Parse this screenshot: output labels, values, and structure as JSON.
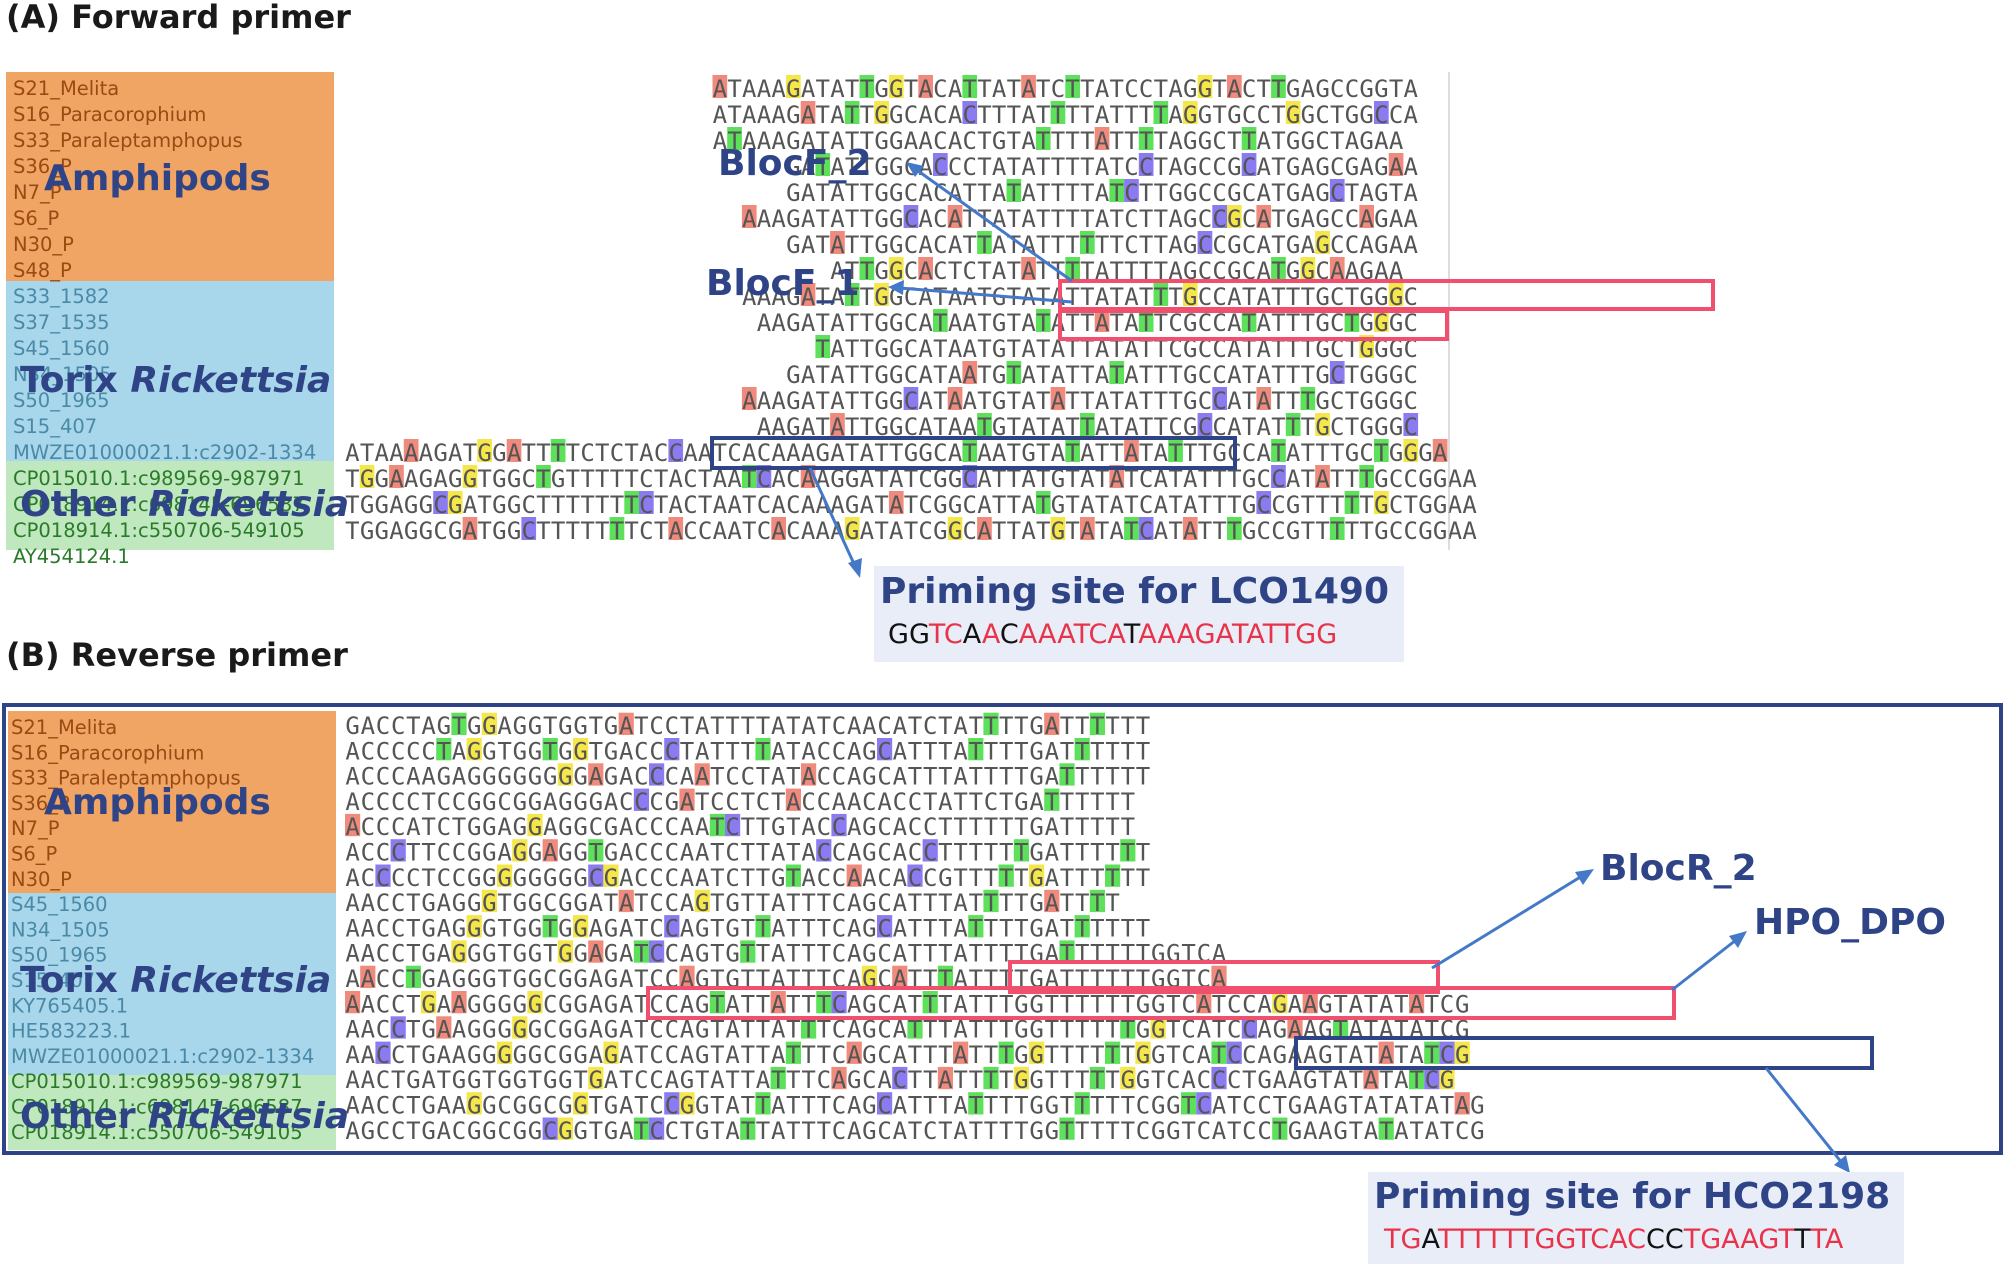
{
  "colors": {
    "A": "#f08a7c",
    "C": "#8a7cf0",
    "G": "#f5e64a",
    "T": "#5de05a",
    "amphipods_bg": "#f0a565",
    "torix_bg": "#a8d6ea",
    "other_bg": "#bfe8bf",
    "amphipods_text": "#9a4a12",
    "torix_text": "#4a8aa8",
    "other_text": "#2a7a2a",
    "label_blue": "#2f4486",
    "box_pink": "#f0506e",
    "box_navy": "#2f4486",
    "primer_red": "#e8334a"
  },
  "panelA": {
    "title": "(A) Forward primer",
    "names": [
      "S21_Melita",
      "S16_Paracorophium",
      "S33_Paraleptamphopus",
      "S36_P",
      "N7_P",
      "S6_P",
      "N30_P",
      "S48_P",
      "S33_1582",
      "S37_1535",
      "S45_1560",
      "N34_1505",
      "S50_1965",
      "S15_407",
      "MWZE01000021.1:c2902-1334",
      "CP015010.1:c989569-987971",
      "CP018914.1:c698145-696587",
      "CP018914.1:c550706-549105",
      "AY454124.1"
    ],
    "groups": {
      "amphipods": "Amphipods",
      "torix_prefix": "Torix ",
      "torix_genus": "Rickettsia",
      "other_prefix": "Other ",
      "other_genus": "Rickettsia"
    },
    "seqs": [
      "                         ATAAAGATATTGGTACATTATATCTTATCCTAGGTACTTGAGCCGGTA",
      "                         ATAAAGATATTGGCACACTTTATTTTATTTTAGGTGCCTGGCTGGCCA",
      "                         ATAAAGATATTGGAACACTGTATTTTATTTTAGGCTTATGGCTAGAA",
      "                              GATATTGGCACCCTATATTTTATCCTAGCCGCATGAGCGAGAA",
      "                              GATATTGGCACATTATATTTTATCTTGGCCGCATGAGCTAGTA",
      "                           AAAGATATTGGCACATTATATTTTATCTTAGCCGCATGAGCCAGAA",
      "                              GATATTGGCACATTATATTTTTTCTTAGCCGCATGAGCCAGAA",
      "                                 ATTGGCACTCTATATTTTATTTTAGCCGCATGGCAAGAA",
      "                           AAAGATATTGGCATAATGTATATTATATTTGCCATATTTGCTGGGC",
      "                            AAGATATTGGCATAATGTATATTATATTCGCCATATTTGCTGGGC",
      "                                TATTGGCATAATGTATATTATATTCGCCATATTTGCTGGGC",
      "                              GATATTGGCATAATGTATATTATATTTGCCATATTTGCTGGGC",
      "                           AAAGATATTGGCATAATGTATATTATATTTGCCATATTTGCTGGGC",
      "                            AAGATATTGGCATAATGTATATTATATTCGCCATATTTGCTGGGC",
      "ATAAAAGATGGATTTTCTCTACCAATCACAAAGATATTGGCATAATGTATATTATATTTGCCATATTTGCTGGGA",
      "TGGAAGAGGTGGCTGTTTTTCTACTAATCACAAGGATATCGGCATTATGTATATCATATTTGCCATATTTGCCGGAA",
      "TGGAGGCGATGGCTTTTTTTCTACTAATCACAAAGATATCGGCATTATGTATATCATATTTGCCGTTTTTGCTGGAA",
      "TGGAGGCGATGGCTTTTTTTCTACCAATCACAAAGATATCGGCATTATGTATATCATATTTGCCGTTTTTGCCGGAA",
      ""
    ],
    "annotations": {
      "blocf2": "BlocF_2",
      "blocf1": "BlocF_1",
      "priming_title": "Priming site for LCO1490",
      "priming_seq": "GGTCAACAAATCATAAAGATATTGG"
    }
  },
  "panelB": {
    "title": "(B) Reverse primer",
    "names": [
      "S21_Melita",
      "S16_Paracorophium",
      "S33_Paraleptamphopus",
      "S36_P",
      "N7_P",
      "S6_P",
      "N30_P",
      "S45_1560",
      "N34_1505",
      "S50_1965",
      "S15_407",
      "KY765405.1",
      "HE583223.1",
      "MWZE01000021.1:c2902-1334",
      "CP015010.1:c989569-987971",
      "CP018914.1:c698145-696587",
      "CP018914.1:c550706-549105"
    ],
    "groups": {
      "amphipods": "Amphipods",
      "torix_prefix": "Torix ",
      "torix_genus": "Rickettsia",
      "other_prefix": "Other ",
      "other_genus": "Rickettsia"
    },
    "seqs": [
      "GACCTAGTGGAGGTGGTGATCCTATTTTATATCAACATCTATTTTGATTTTTT",
      "ACCCCCTAGGTGGTGGTGACCCTATTTTATACCAGCATTTATTTTGATTTTTT",
      "ACCCAAGAGGGGGGGGAGACCCAATCCTATACCAGCATTTATTTTGATTTTTT",
      "ACCCCTCCGGCGGAGGGACCCGATCCTCTACCAACACCTATTCTGATTTTTT",
      "ACCCATCTGGAGGAGGCGACCCAATCTTGTACCAGCACCTTTTTTGATTTTT",
      "ACCCTTCCGGAGGAGGTGACCCAATCTTATACCAGCACCTTTTTTGATTTTTT",
      "ACCCCTCCGGGGGGGGCGACCCAATCTTGTACCAACACCGTTTTTGATTTTTT",
      "AACCTGAGGGTGGCGGATATCCAGTGTTATTTCAGCATTTATTTTGATTTT",
      "AACCTGAGGGTGGTGGAGATCCAGTGTTATTTCAGCATTTATTTTGATTTTTT",
      "AACCTGAGGGTGGTGGAGATCCAGTGTTATTTCAGCATTTATTTTGATTTTTTGGTCA",
      "AACCTGAGGGTGGCGGAGATCCAGTGTTATTTCAGCATTTATTTTGATTTTTTGGTCA",
      "AACCTGAAGGGGGCGGAGATCCAGTATTATTTCAGCATTTATTTGGTTTTTTGGTCATCCAGAAGTATATATCG",
      "AACCTGAAGGGGGCGGAGATCCAGTATTATTTCAGCATTTATTTGGTTTTTTGGTCATCCAGAAGTATATATCG",
      "AACCTGAAGGGGGCGGAGATCCAGTATTATTTCAGCATTTATTTGGTTTTTTGGTCATCCAGAAGTATATATCG",
      "AACTGATGGTGGTGGTGATCCAGTATTATTTCAGCACTTATTTTGGTTTTTGGTCACCCTGAAGTATATATCG",
      "AACCTGAAGGCGGCGGTGATCCGGTATTATTTCAGCATTTATTTTGGTTTTTCGGTCATCCTGAAGTATATATAG",
      "AGCCTGACGGCGGCGGTGATCCTGTATTATTTCAGCATCTATTTTGGTTTTTCGGTCATCCTGAAGTATATATCG"
    ],
    "annotations": {
      "blocr2": "BlocR_2",
      "hpo": "HPO_DPO",
      "priming_title": "Priming site for HCO2198",
      "priming_seq": "TGATTTTTTGGTCACCCTGAAGTTTA"
    }
  }
}
